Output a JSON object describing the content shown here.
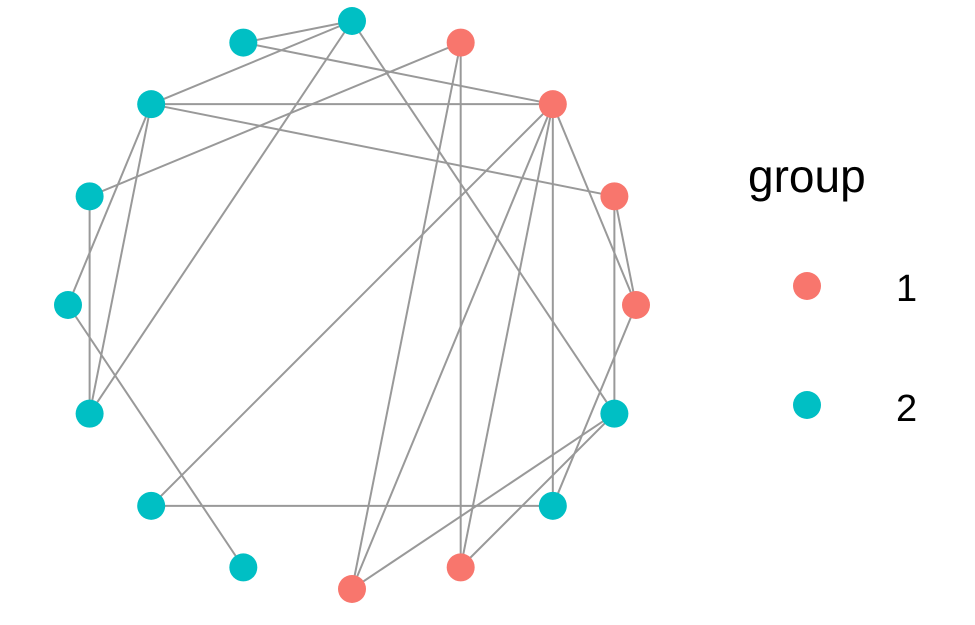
{
  "colors": {
    "edge": "#999999",
    "group_1": "#F8766D",
    "group_2": "#00BFC4"
  },
  "legend": {
    "title": "group",
    "entries": [
      {
        "label": "1",
        "group": "1"
      },
      {
        "label": "2",
        "group": "2"
      }
    ]
  },
  "network": {
    "layout": "circle",
    "nodes": [
      {
        "id": 0,
        "group": "1"
      },
      {
        "id": 1,
        "group": "2"
      },
      {
        "id": 2,
        "group": "2"
      },
      {
        "id": 3,
        "group": "1"
      },
      {
        "id": 4,
        "group": "1"
      },
      {
        "id": 5,
        "group": "2"
      },
      {
        "id": 6,
        "group": "2"
      },
      {
        "id": 7,
        "group": "2"
      },
      {
        "id": 8,
        "group": "2"
      },
      {
        "id": 9,
        "group": "2"
      },
      {
        "id": 10,
        "group": "2"
      },
      {
        "id": 11,
        "group": "2"
      },
      {
        "id": 12,
        "group": "2"
      },
      {
        "id": 13,
        "group": "1"
      },
      {
        "id": 14,
        "group": "1"
      },
      {
        "id": 15,
        "group": "1"
      }
    ],
    "edges": [
      [
        15,
        0
      ],
      [
        15,
        1
      ],
      [
        14,
        2
      ],
      [
        14,
        3
      ],
      [
        14,
        4
      ],
      [
        14,
        6
      ],
      [
        14,
        10
      ],
      [
        14,
        11
      ],
      [
        13,
        3
      ],
      [
        13,
        4
      ],
      [
        13,
        9
      ],
      [
        15,
        10
      ],
      [
        1,
        3
      ],
      [
        1,
        4
      ],
      [
        1,
        12
      ],
      [
        0,
        2
      ],
      [
        0,
        14
      ],
      [
        12,
        7
      ],
      [
        12,
        11
      ],
      [
        12,
        10
      ],
      [
        8,
        10
      ],
      [
        2,
        6
      ],
      [
        7,
        9
      ],
      [
        7,
        10
      ],
      [
        5,
        8
      ]
    ]
  }
}
